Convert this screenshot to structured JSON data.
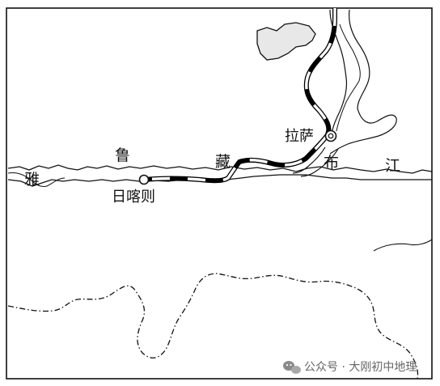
{
  "map": {
    "river_chars": [
      "雅",
      "鲁",
      "藏",
      "布",
      "江"
    ],
    "cities": {
      "lhasa": "拉萨",
      "shigatse": "日喀则"
    },
    "colors": {
      "ink": "#111111",
      "lake": "#e8e8e8",
      "rail": "#000000"
    }
  },
  "watermark": {
    "text": "公众号 · 大刚初中地理",
    "icon": "wechat-icon"
  }
}
